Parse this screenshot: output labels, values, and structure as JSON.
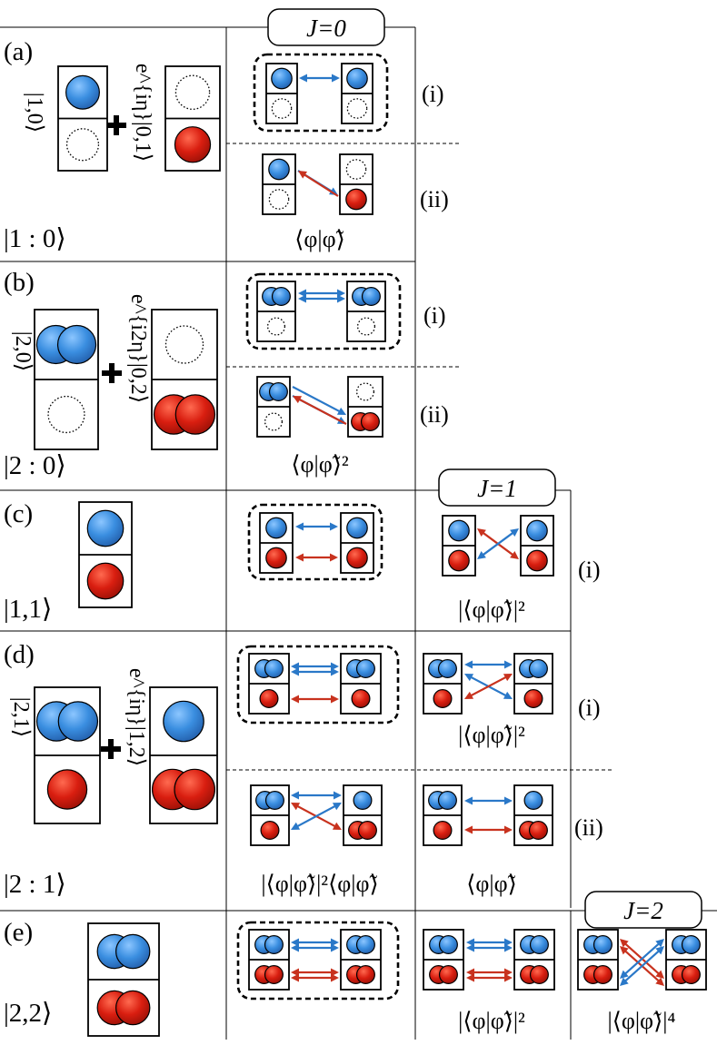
{
  "headers": {
    "j0": "J=0",
    "j1": "J=1",
    "j2": "J=2"
  },
  "rows": [
    {
      "label": "(a)",
      "ket_left": "|1,0⟩",
      "ket_right": "e^{iη}|0,1⟩",
      "state": "|1 : 0⟩",
      "sub": [
        "(i)",
        "(ii)"
      ]
    },
    {
      "label": "(b)",
      "ket_left": "|2,0⟩",
      "ket_right": "e^{i2η}|0,2⟩",
      "state": "|2 : 0⟩",
      "sub": [
        "(i)",
        "(ii)"
      ]
    },
    {
      "label": "(c)",
      "state": "|1,1⟩",
      "sub": [
        "(i)"
      ]
    },
    {
      "label": "(d)",
      "ket_left": "|2,1⟩",
      "ket_right": "e^{iη}|1,2⟩",
      "state": "|2 : 1⟩",
      "sub": [
        "(i)",
        "(ii)"
      ]
    },
    {
      "label": "(e)",
      "state": "|2,2⟩"
    }
  ],
  "overlaps": {
    "a_ii": "⟨φ|φ̃⟩",
    "b_ii": "⟨φ|φ̃⟩²",
    "c_j1": "|⟨φ|φ̃⟩|²",
    "d_i_j1": "|⟨φ|φ̃⟩|²",
    "d_ii_j0": "|⟨φ|φ̃⟩|²⟨φ|φ̃⟩",
    "d_ii_j1": "⟨φ|φ̃⟩",
    "e_j1": "|⟨φ|φ̃⟩|²",
    "e_j2": "|⟨φ|φ̃⟩|⁴"
  },
  "colors": {
    "blue": "#3a8ee0",
    "red": "#d91e10",
    "arrow_blue": "#2a78c8",
    "arrow_red": "#c8321e"
  }
}
